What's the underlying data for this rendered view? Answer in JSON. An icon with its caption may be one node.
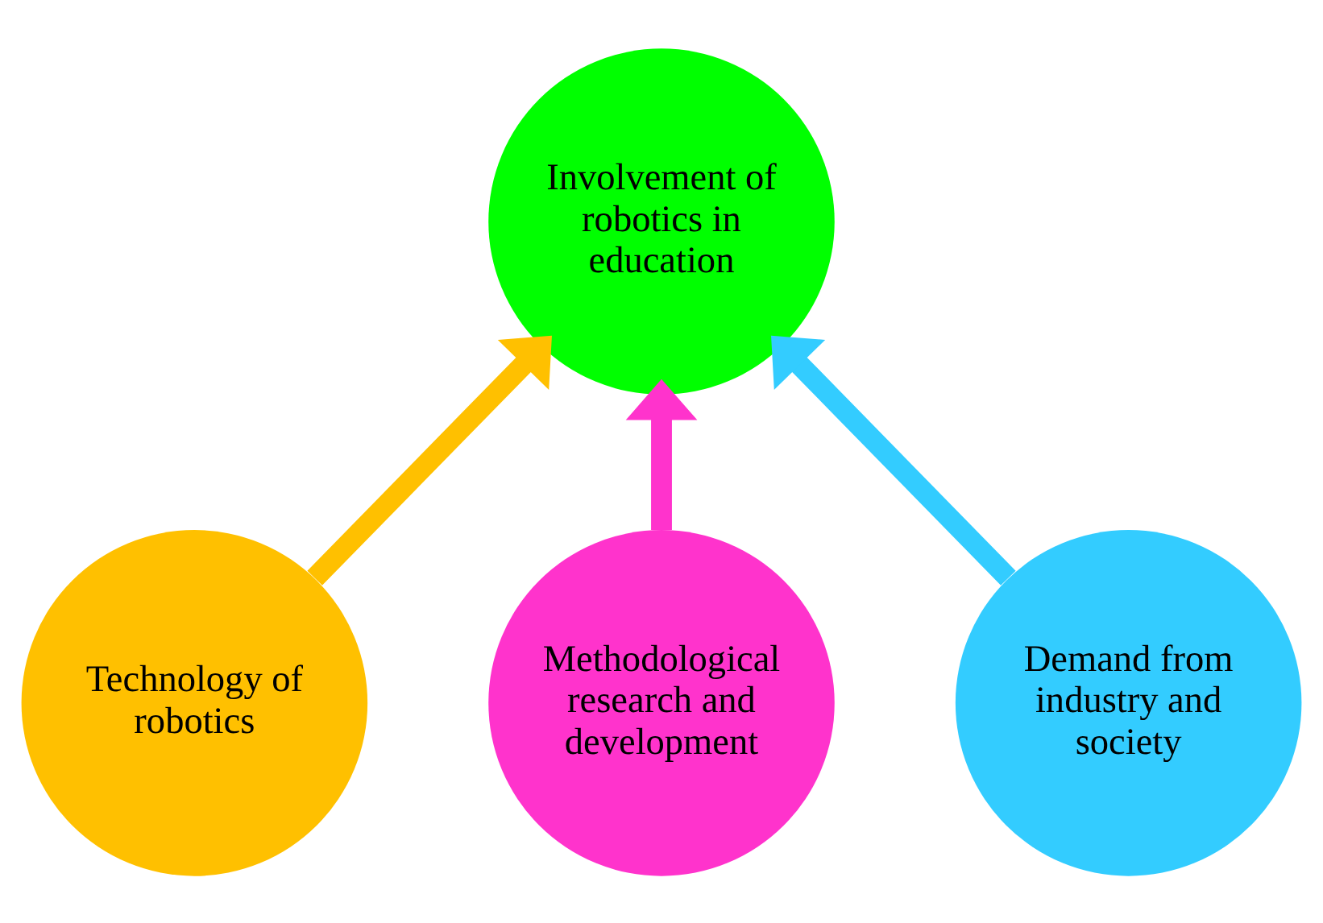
{
  "diagram": {
    "nodes": [
      {
        "text": [
          "Involvement of robotics in education"
        ]
      },
      {
        "text": [
          "Technology of robotics"
        ]
      },
      {
        "text": [
          "Demand from industry and society"
        ]
      },
      {
        "text": [
          "Methodological research and development"
        ]
      }
    ],
    "edges": [
      {
        "from": 1,
        "to": 0,
        "arrow": "to",
        "color": "#ffc000"
      },
      {
        "from": 3,
        "to": 0,
        "arrow": "to",
        "color": "#ff33cc"
      },
      {
        "from": 2,
        "to": 0,
        "arrow": "to",
        "color": "#33ccff"
      }
    ]
  }
}
